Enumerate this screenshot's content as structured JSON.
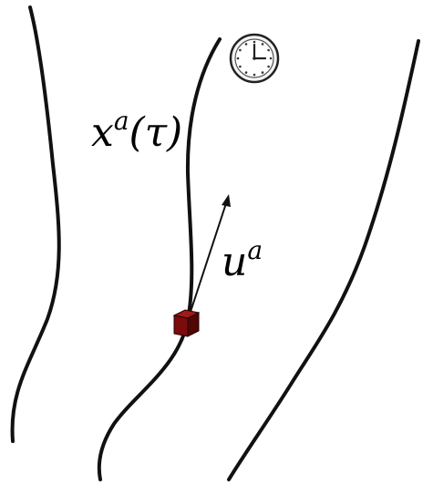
{
  "labels": {
    "worldline": {
      "base": "x",
      "superscript": "a",
      "argument": "(τ)"
    },
    "velocity": {
      "base": "u",
      "superscript": "a"
    }
  },
  "colors": {
    "particle_front": "#7a0c0c",
    "particle_top": "#a01a1a",
    "particle_side": "#4e0606",
    "line": "#111111"
  },
  "icons": {
    "clock": "clock-icon",
    "particle": "particle-cube-icon"
  }
}
